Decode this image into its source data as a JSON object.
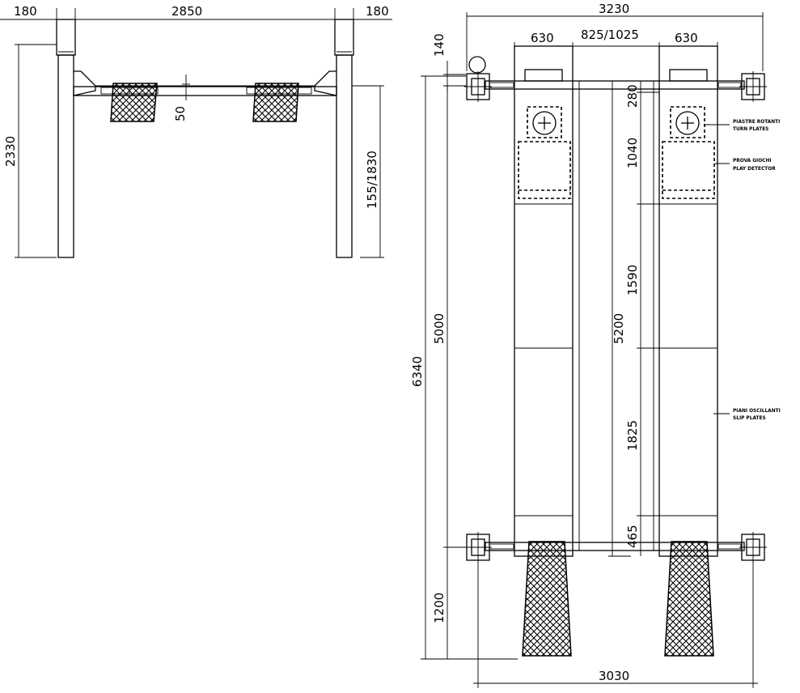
{
  "front_view": {
    "dim_post_left": "180",
    "dim_span": "2850",
    "dim_post_right": "180",
    "dim_total_height": "2330",
    "dim_min_height": "50",
    "dim_lift_range": "155/1830"
  },
  "top_view": {
    "dim_overall_width": "3230",
    "dim_runway_left": "630",
    "dim_runway_gap": "825/1025",
    "dim_runway_right": "630",
    "dim_top_offset": "140",
    "dim_overall_length": "6340",
    "dim_post_spacing": "5000",
    "dim_runway_length": "5200",
    "dim_seg_1": "280",
    "dim_seg_2": "1040",
    "dim_seg_3": "1590",
    "dim_seg_4": "1825",
    "dim_seg_5": "465",
    "dim_ramp_length": "1200",
    "dim_base_width": "3030"
  },
  "notes": {
    "turn_plates_it": "PIASTRE ROTANTI",
    "turn_plates_en": "TURN PLATES",
    "play_detector_it": "PROVA GIOCHI",
    "play_detector_en": "PLAY DETECTOR",
    "slip_plates_it": "PIANI OSCILLANTI",
    "slip_plates_en": "SLIP PLATES"
  }
}
